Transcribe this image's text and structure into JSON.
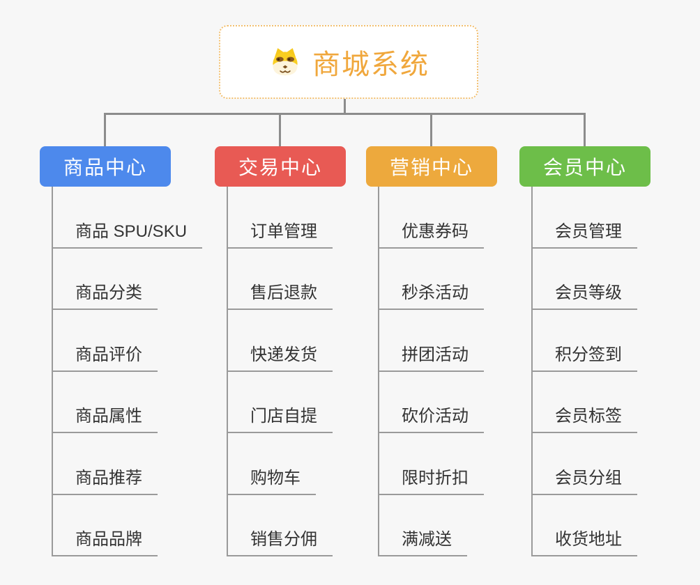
{
  "root": {
    "label": "商城系统",
    "icon": "dog-face-icon"
  },
  "branches": [
    {
      "label": "商品中心",
      "color": "#4d89ec",
      "children": [
        "商品 SPU/SKU",
        "商品分类",
        "商品评价",
        "商品属性",
        "商品推荐",
        "商品品牌"
      ]
    },
    {
      "label": "交易中心",
      "color": "#e85a54",
      "children": [
        "订单管理",
        "售后退款",
        "快递发货",
        "门店自提",
        "购物车",
        "销售分佣"
      ]
    },
    {
      "label": "营销中心",
      "color": "#eda93d",
      "children": [
        "优惠券码",
        "秒杀活动",
        "拼团活动",
        "砍价活动",
        "限时折扣",
        "满减送"
      ]
    },
    {
      "label": "会员中心",
      "color": "#6dbe49",
      "children": [
        "会员管理",
        "会员等级",
        "积分签到",
        "会员标签",
        "会员分组",
        "收货地址"
      ]
    }
  ],
  "palette": {
    "background": "#f7f7f7",
    "connector_line": "#8c8c8c",
    "underline": "#9a9a9a",
    "child_text": "#333333",
    "root_text": "#f0a73c",
    "root_border": "#f2bf6f"
  }
}
